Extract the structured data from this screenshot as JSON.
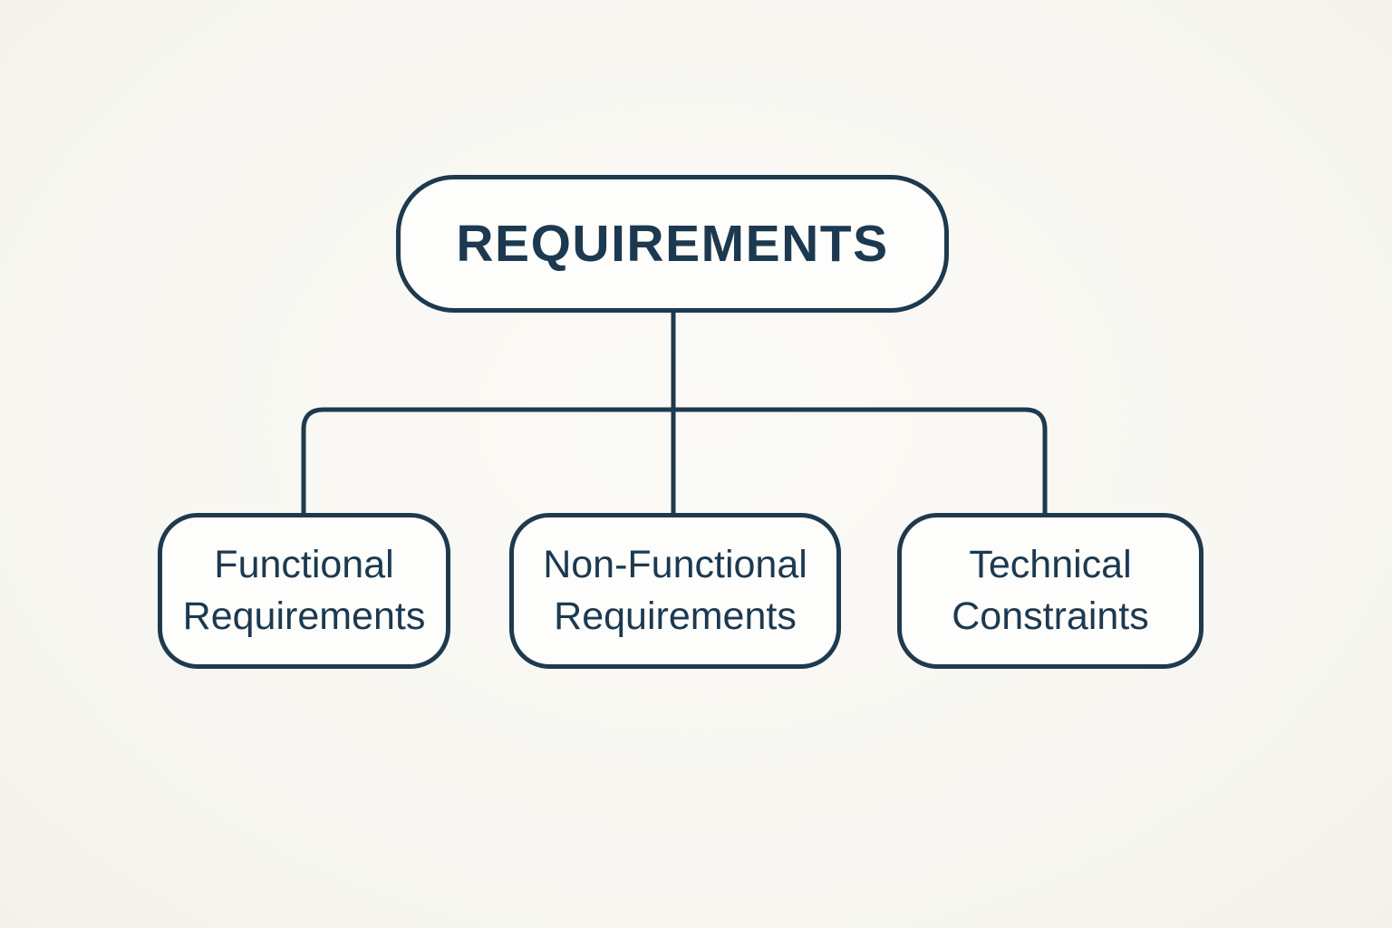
{
  "theme": {
    "background": "#f7f6f1",
    "box_fill": "#fdfdfb",
    "line_color": "#1d3a4e",
    "text_color": "#1c3950"
  },
  "diagram": {
    "type": "hierarchy-flowchart",
    "root": {
      "id": "requirements",
      "label": "REQUIREMENTS"
    },
    "children": [
      {
        "id": "functional-requirements",
        "lines": [
          "Functional",
          "Requirements"
        ]
      },
      {
        "id": "non-functional-requirements",
        "lines": [
          "Non-Functional",
          "Requirements"
        ]
      },
      {
        "id": "technical-constraints",
        "lines": [
          "Technical",
          "Constraints"
        ]
      }
    ],
    "edges": [
      {
        "from": "requirements",
        "to": "functional-requirements"
      },
      {
        "from": "requirements",
        "to": "non-functional-requirements"
      },
      {
        "from": "requirements",
        "to": "technical-constraints"
      }
    ]
  }
}
